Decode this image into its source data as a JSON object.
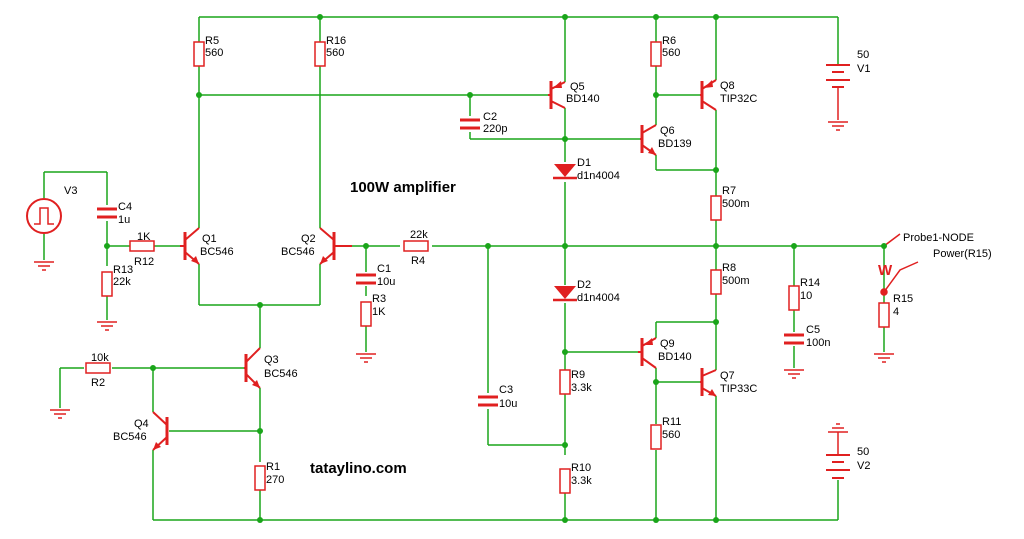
{
  "title": "100W amplifier",
  "watermark": "tataylino.com",
  "colors": {
    "wire": "#1aa51a",
    "component": "#e02020",
    "junction": "#1aa51a",
    "text": "#000000"
  },
  "components": {
    "R5": {
      "ref": "R5",
      "value": "560"
    },
    "R16": {
      "ref": "R16",
      "value": "560"
    },
    "R6": {
      "ref": "R6",
      "value": "560"
    },
    "R7": {
      "ref": "R7",
      "value": "500m"
    },
    "R8": {
      "ref": "R8",
      "value": "500m"
    },
    "R12": {
      "ref": "R12",
      "value": "1K"
    },
    "R13": {
      "ref": "R13",
      "value": "22k"
    },
    "R4": {
      "ref": "R4",
      "value": "22k"
    },
    "R3": {
      "ref": "R3",
      "value": "1K"
    },
    "R2": {
      "ref": "R2",
      "value": "10k"
    },
    "R1": {
      "ref": "R1",
      "value": "270"
    },
    "R9": {
      "ref": "R9",
      "value": "3.3k"
    },
    "R10": {
      "ref": "R10",
      "value": "3.3k"
    },
    "R11": {
      "ref": "R11",
      "value": "560"
    },
    "R14": {
      "ref": "R14",
      "value": "10"
    },
    "R15": {
      "ref": "R15",
      "value": "4"
    },
    "C1": {
      "ref": "C1",
      "value": "10u"
    },
    "C2": {
      "ref": "C2",
      "value": "220p"
    },
    "C3": {
      "ref": "C3",
      "value": "10u"
    },
    "C4": {
      "ref": "C4",
      "value": "1u"
    },
    "C5": {
      "ref": "C5",
      "value": "100n"
    },
    "D1": {
      "ref": "D1",
      "value": "d1n4004"
    },
    "D2": {
      "ref": "D2",
      "value": "d1n4004"
    },
    "Q1": {
      "ref": "Q1",
      "value": "BC546"
    },
    "Q2": {
      "ref": "Q2",
      "value": "BC546"
    },
    "Q3": {
      "ref": "Q3",
      "value": "BC546"
    },
    "Q4": {
      "ref": "Q4",
      "value": "BC546"
    },
    "Q5": {
      "ref": "Q5",
      "value": "BD140"
    },
    "Q6": {
      "ref": "Q6",
      "value": "BD139"
    },
    "Q7": {
      "ref": "Q7",
      "value": "TIP33C"
    },
    "Q8": {
      "ref": "Q8",
      "value": "TIP32C"
    },
    "Q9": {
      "ref": "Q9",
      "value": "BD140"
    },
    "V1": {
      "ref": "V1",
      "value": "50"
    },
    "V2": {
      "ref": "V2",
      "value": "50"
    },
    "V3": {
      "ref": "V3"
    }
  },
  "probes": {
    "node": "Probe1-NODE",
    "power": "Power(R15)",
    "power_marker": "W"
  }
}
